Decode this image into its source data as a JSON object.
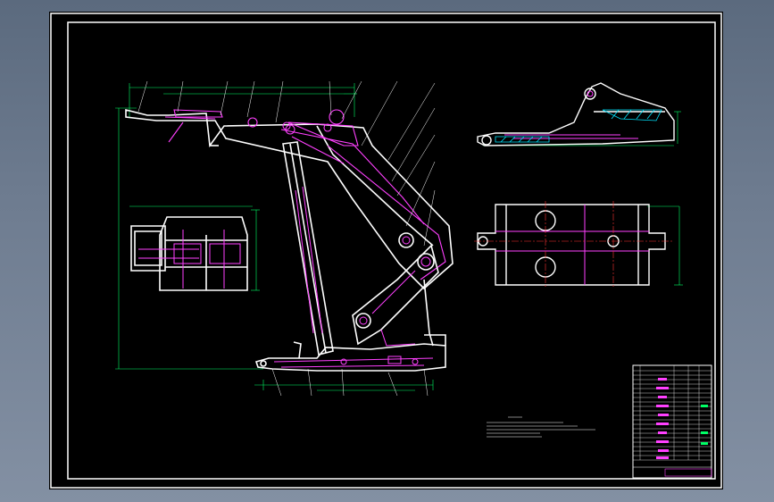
{
  "drawing": {
    "sheet_color": "#000000",
    "border_color": "#ffffff",
    "line_colors": {
      "outline": "#ffffff",
      "hidden": "#ff40ff",
      "center": "#ff3333",
      "dimension": "#00ff66",
      "hatch": "#00e5ff"
    }
  },
  "views": {
    "main_view": "side-elevation",
    "detail_top_right": "side-view",
    "detail_mid_right": "plan-view",
    "detail_left": "end-view"
  },
  "title_block": {
    "present": true
  }
}
